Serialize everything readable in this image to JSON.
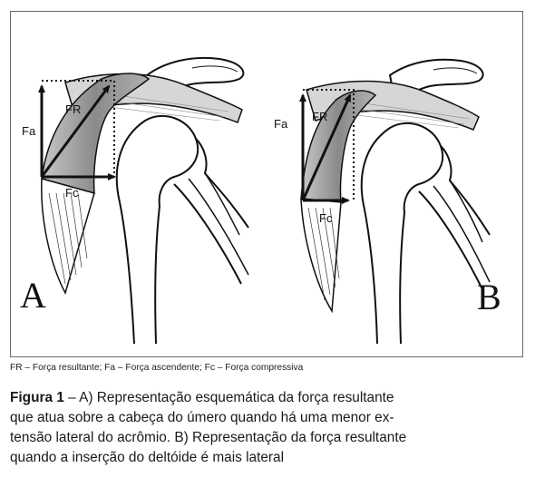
{
  "figure": {
    "panel_a": {
      "letter": "A",
      "label_fr": "FR",
      "label_fa": "Fa",
      "label_fc": "Fc"
    },
    "panel_b": {
      "letter": "B",
      "label_fr": "FR",
      "label_fa": "Fa",
      "label_fc": "Fc"
    }
  },
  "abbreviations": "FR – Força resultante; Fa – Força ascendente; Fc – Força compressiva",
  "caption": {
    "label": "Figura 1",
    "line1": " – A) Representação esquemática da força resultante",
    "line2": "que atua sobre a cabeça do úmero quando há uma menor ex-",
    "line3": "tensão lateral do acrômio. B) Representação da força resultante",
    "line4": "quando a inserção do deltóide é mais lateral"
  }
}
